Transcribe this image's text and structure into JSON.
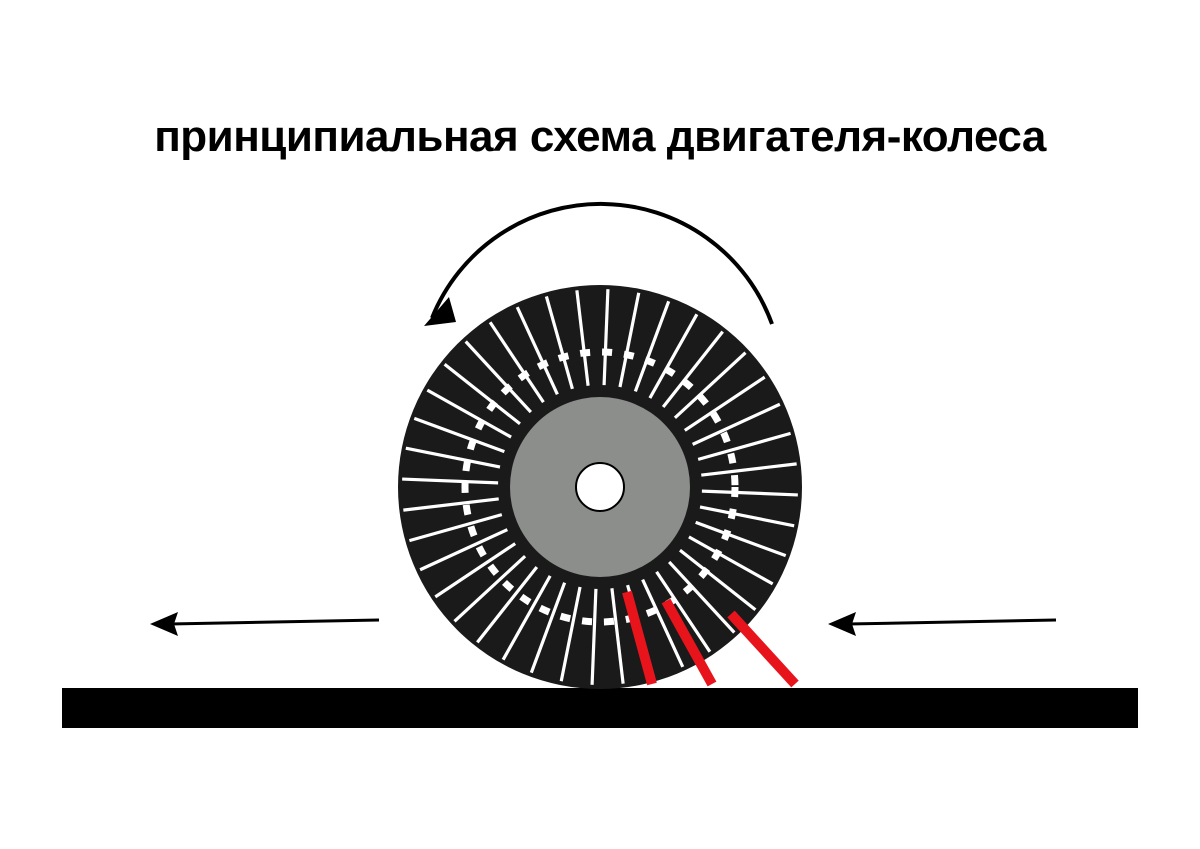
{
  "title": "принципиальная схема двигателя-колеса",
  "colors": {
    "background": "#ffffff",
    "wheel_black": "#1a1a1a",
    "hub_gray": "#8c8e8c",
    "slot_white": "#ffffff",
    "ground": "#000000",
    "contact_strips": "#e8141c"
  },
  "elements": {
    "wheel": "wheel",
    "hub": "gray-hub",
    "axle": "axle-hole",
    "ground": "ground-bar",
    "rotation_arrow": "counterclockwise-rotation-arrow",
    "motion_arrows": [
      "motion-arrow-left",
      "motion-arrow-right"
    ],
    "contact_strips": 3
  }
}
